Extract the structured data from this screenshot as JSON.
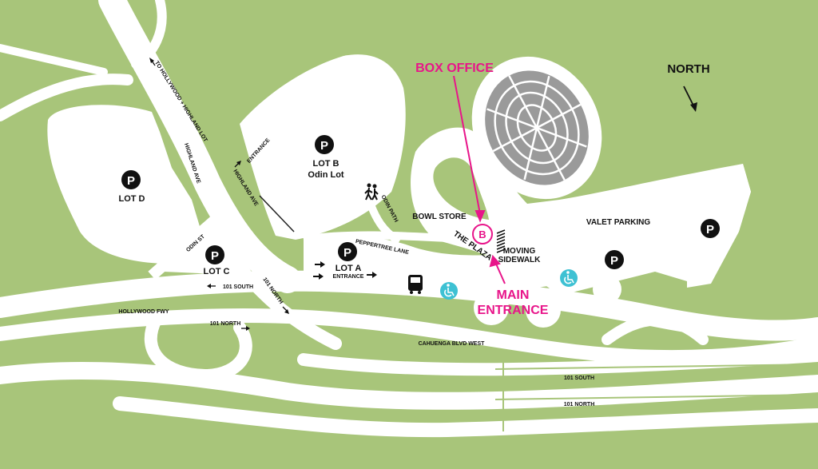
{
  "colors": {
    "grass": "#a8c57a",
    "road": "#ffffff",
    "accent": "#e8158a",
    "accessible": "#3ec1d3",
    "dome": "#9a9a9a"
  },
  "compass": {
    "label": "NORTH"
  },
  "callouts": {
    "box_office": "BOX OFFICE",
    "box_office_marker": "B",
    "main_entrance_line1": "MAIN",
    "main_entrance_line2": "ENTRANCE"
  },
  "parking": {
    "symbol": "P",
    "lot_d": "LOT D",
    "lot_c": "LOT C",
    "lot_b": "LOT B",
    "lot_b_name": "Odin Lot",
    "lot_a": "LOT A",
    "lot_a_entrance": "ENTRANCE",
    "valet": "VALET PARKING"
  },
  "places": {
    "bowl_store": "BOWL STORE",
    "the_plaza": "THE PLAZA",
    "moving_line1": "MOVING",
    "moving_line2": "SIDEWALK"
  },
  "streets": {
    "to_hollywood": "TO HOLLYWOOD + HIGHLAND LOT",
    "highland_ave_1": "HIGHLAND AVE",
    "highland_ave_2": "HIGHLAND AVE",
    "entrance": "ENTRANCE",
    "odin_st": "ODIN ST",
    "odin_path": "ODIN PATH",
    "peppertree_lane": "PEPPERTREE LANE",
    "south_101_left": "101 SOUTH",
    "north_101_diag": "101 NORTH",
    "hollywood_fwy": "HOLLYWOOD FWY",
    "north_101_left": "101 NORTH",
    "cahuenga": "CAHUENGA BLVD WEST",
    "south_101_right": "101 SOUTH",
    "north_101_right": "101 NORTH"
  },
  "icons": [
    "parking-icon",
    "accessible-icon",
    "bus-icon",
    "pedestrian-icon",
    "arrow-icon"
  ]
}
